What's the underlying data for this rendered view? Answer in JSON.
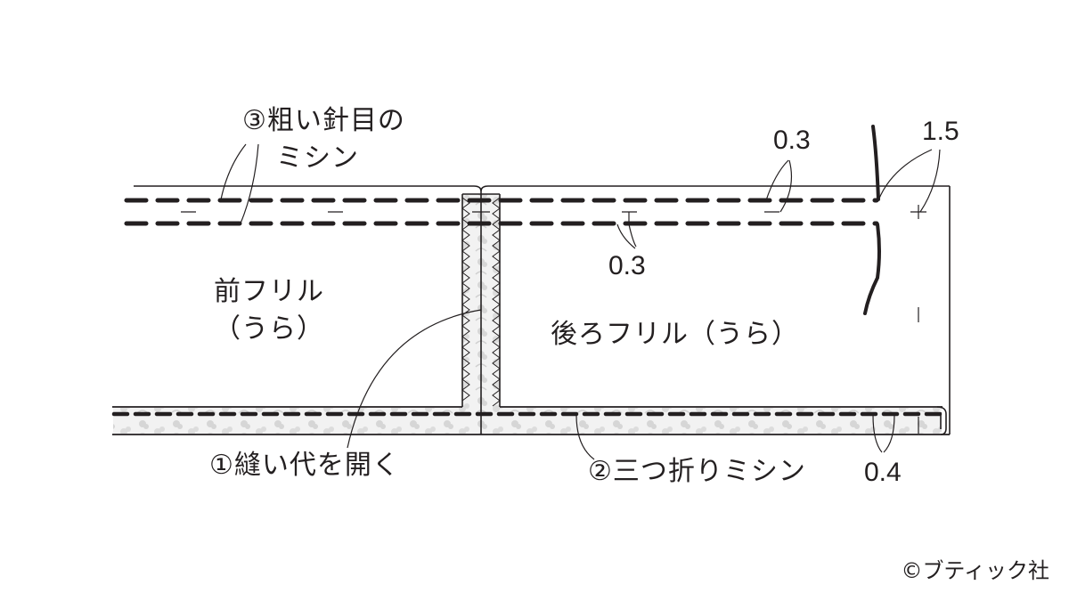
{
  "diagram": {
    "type": "sewing-pattern-diagram",
    "colors": {
      "line": "#231f20",
      "fabric_print": "#d9d9d9",
      "background": "#ffffff"
    },
    "pieces": {
      "front_frill": {
        "line1": "前フリル",
        "line2": "（うら）"
      },
      "back_frill": {
        "label": "後ろフリル（うら）"
      }
    },
    "steps": {
      "step1": "①縫い代を開く",
      "step2": "②三つ折りミシン",
      "step3_line1": "③粗い針目の",
      "step3_line2": "ミシン"
    },
    "measurements": {
      "top_gap_upper": "0.3",
      "top_gap_lower": "0.3",
      "edge_allowance": "1.5",
      "hem_stitch": "0.4"
    },
    "copyright": "©ブティック社"
  }
}
